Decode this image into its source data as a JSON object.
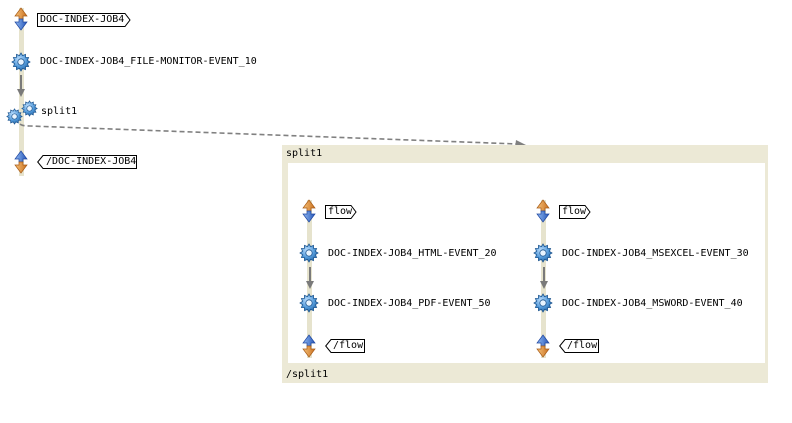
{
  "main_flow": {
    "start_label": "DOC-INDEX-JOB4",
    "event_label": "DOC-INDEX-JOB4_FILE-MONITOR-EVENT_10",
    "split_label": "split1",
    "end_label": "/DOC-INDEX-JOB4"
  },
  "split_panel": {
    "title": "split1",
    "footer": "/split1",
    "left_flow": {
      "start_label": "flow",
      "event1": "DOC-INDEX-JOB4_HTML-EVENT_20",
      "event2": "DOC-INDEX-JOB4_PDF-EVENT_50",
      "end_label": "/flow"
    },
    "right_flow": {
      "start_label": "flow",
      "event1": "DOC-INDEX-JOB4_MSEXCEL-EVENT_30",
      "event2": "DOC-INDEX-JOB4_MSWORD-EVENT_40",
      "end_label": "/flow"
    }
  },
  "icons": [
    "start-end-arrows-icon",
    "gear-icon",
    "split-gears-icon",
    "down-arrow-icon"
  ],
  "colors": {
    "track": "#e6e3cd",
    "panel_bg": "#ece9d6",
    "arrow_orange": "#d9862f",
    "arrow_blue": "#3a6fd0",
    "gear_blue": "#3f86c9",
    "connector": "#808080"
  }
}
